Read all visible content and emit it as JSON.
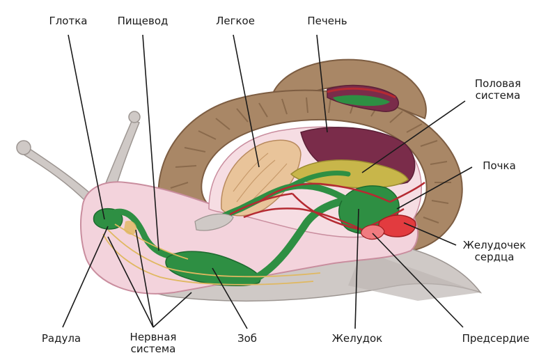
{
  "labels": {
    "glotka": "Глотка",
    "pishevod": "Пищевод",
    "legkoe": "Легкое",
    "pechen": "Печень",
    "polovaya_line1": "Половая",
    "polovaya_line2": "система",
    "pochka": "Почка",
    "zheludochek_line1": "Желудочек",
    "zheludochek_line2": "сердца",
    "predserdie": "Предсердие",
    "zheludok": "Желудок",
    "zob": "Зоб",
    "nervnaya_line1": "Нервная",
    "nervnaya_line2": "система",
    "radula": "Радула"
  },
  "colors": {
    "shell": "#a98766",
    "shell_dark": "#7d5d42",
    "shell_rib": "#8a6a4c",
    "body": "#f3d3dc",
    "body_edge": "#c98d9e",
    "foot_skin": "#cfc9c6",
    "digestive": "#2e8f43",
    "digestive_dark": "#1c6a2e",
    "liver": "#7a2c4a",
    "gonad": "#c8b64a",
    "lung": "#e9c49a",
    "vessels": "#b52a32",
    "heart": "#e23b3f",
    "nerve": "#e0b860",
    "pointer": "#1a1a1a"
  }
}
